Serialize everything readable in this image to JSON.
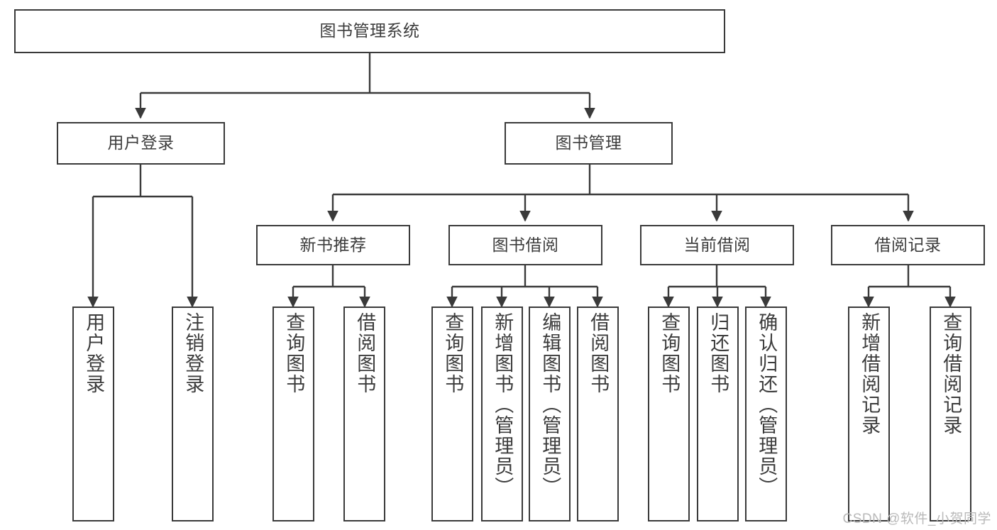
{
  "diagram": {
    "title": "图书管理系统",
    "type": "function-decomposition-tree",
    "root": {
      "label": "图书管理系统"
    },
    "level2": [
      {
        "id": "user-login",
        "label": "用户登录"
      },
      {
        "id": "book-management",
        "label": "图书管理"
      }
    ],
    "level3": [
      {
        "id": "new-book-recommend",
        "label": "新书推荐",
        "parent": "book-management"
      },
      {
        "id": "book-borrow",
        "label": "图书借阅",
        "parent": "book-management"
      },
      {
        "id": "current-borrow",
        "label": "当前借阅",
        "parent": "book-management"
      },
      {
        "id": "borrow-record",
        "label": "借阅记录",
        "parent": "book-management"
      }
    ],
    "leaves": {
      "user-login": [
        {
          "id": "leaf-user-login",
          "label": "用户登录"
        },
        {
          "id": "leaf-user-logout",
          "label": "注销登录"
        }
      ],
      "new-book-recommend": [
        {
          "id": "leaf-query-book-1",
          "label": "查询图书"
        },
        {
          "id": "leaf-borrow-book-1",
          "label": "借阅图书"
        }
      ],
      "book-borrow": [
        {
          "id": "leaf-query-book-2",
          "label": "查询图书"
        },
        {
          "id": "leaf-add-book",
          "label": "新增图书（管理员）"
        },
        {
          "id": "leaf-edit-book",
          "label": "编辑图书（管理员）"
        },
        {
          "id": "leaf-borrow-book-2",
          "label": "借阅图书"
        }
      ],
      "current-borrow": [
        {
          "id": "leaf-query-book-3",
          "label": "查询图书"
        },
        {
          "id": "leaf-return-book",
          "label": "归还图书"
        },
        {
          "id": "leaf-confirm-return",
          "label": "确认归还（管理员）"
        }
      ],
      "borrow-record": [
        {
          "id": "leaf-add-record",
          "label": "新增借阅记录"
        },
        {
          "id": "leaf-query-record",
          "label": "查询借阅记录"
        }
      ]
    }
  },
  "watermark": {
    "text": "CSDN @软件_小贺同学"
  },
  "colors": {
    "border": "#3a3a3a",
    "text": "#3c3c3c",
    "background": "#ffffff",
    "watermark": "#b9b9b9"
  }
}
